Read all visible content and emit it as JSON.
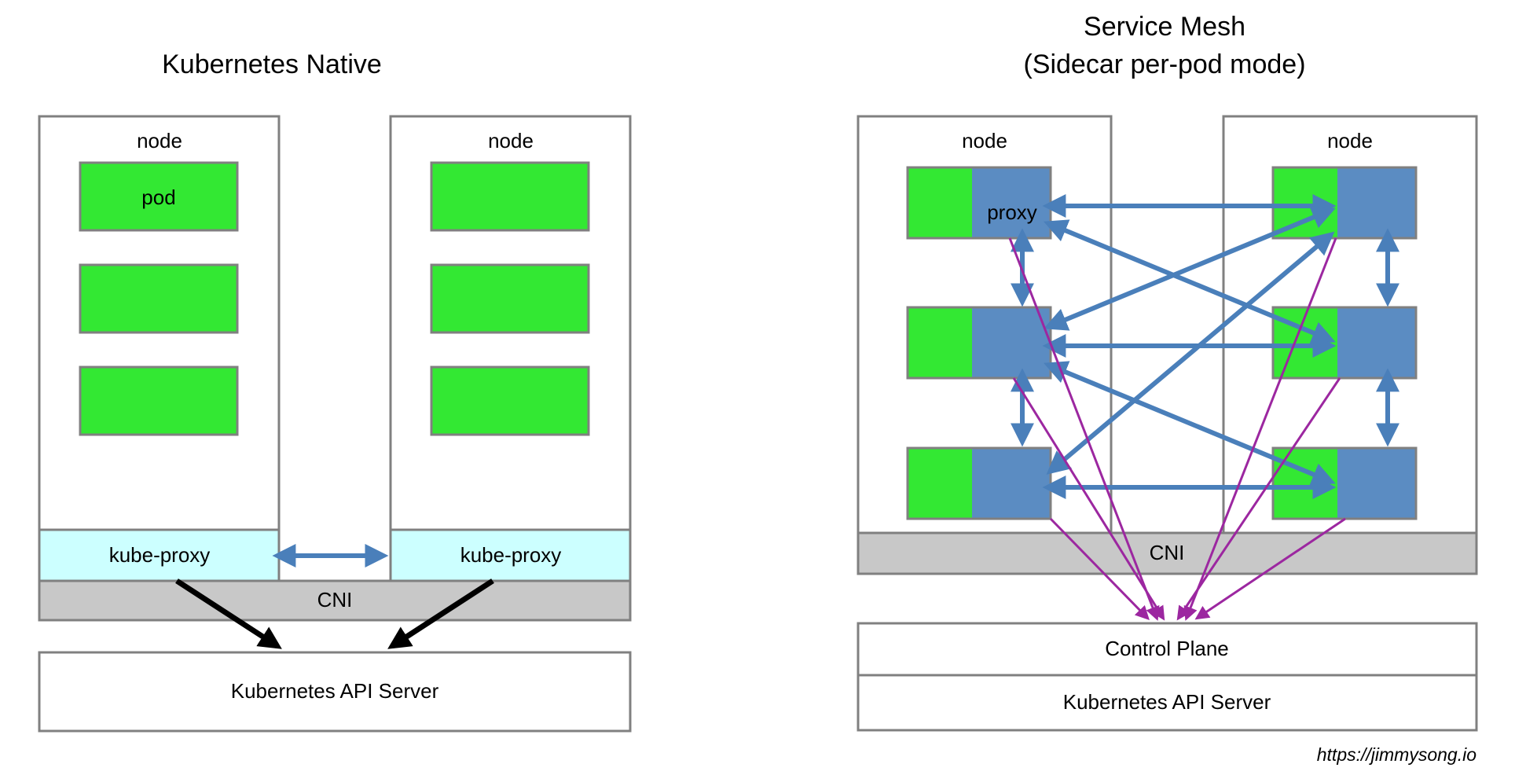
{
  "figure": {
    "left_panel": {
      "title": "Kubernetes Native",
      "nodes": [
        {
          "label": "node",
          "pods": [
            "pod",
            "",
            ""
          ],
          "kube_proxy_label": "kube-proxy"
        },
        {
          "label": "node",
          "pods": [
            "",
            "",
            ""
          ],
          "kube_proxy_label": "kube-proxy"
        }
      ],
      "cni_label": "CNI",
      "api_server_label": "Kubernetes API Server"
    },
    "right_panel": {
      "title_line1": "Service Mesh",
      "title_line2": "(Sidecar per-pod mode)",
      "nodes": [
        {
          "label": "node",
          "pods": [
            {
              "app": "",
              "proxy": "proxy"
            },
            {
              "app": "",
              "proxy": ""
            },
            {
              "app": "",
              "proxy": ""
            }
          ]
        },
        {
          "label": "node",
          "pods": [
            {
              "app": "",
              "proxy": ""
            },
            {
              "app": "",
              "proxy": ""
            },
            {
              "app": "",
              "proxy": ""
            }
          ]
        }
      ],
      "cni_label": "CNI",
      "control_plane_label": "Control Plane",
      "api_server_label": "Kubernetes API Server"
    },
    "watermark": "https://jimmysong.io",
    "colors": {
      "pod_green": "#33e833",
      "sidecar_blue": "#5b8cc2",
      "kube_proxy_cyan": "#ccffff",
      "cni_gray": "#c8c8c8",
      "box_stroke": "#808080",
      "mesh_arrow_blue": "#4a7fba",
      "control_plane_arrow_purple": "#9c27a0",
      "api_arrow_black": "#000000",
      "background": "#ffffff"
    }
  }
}
